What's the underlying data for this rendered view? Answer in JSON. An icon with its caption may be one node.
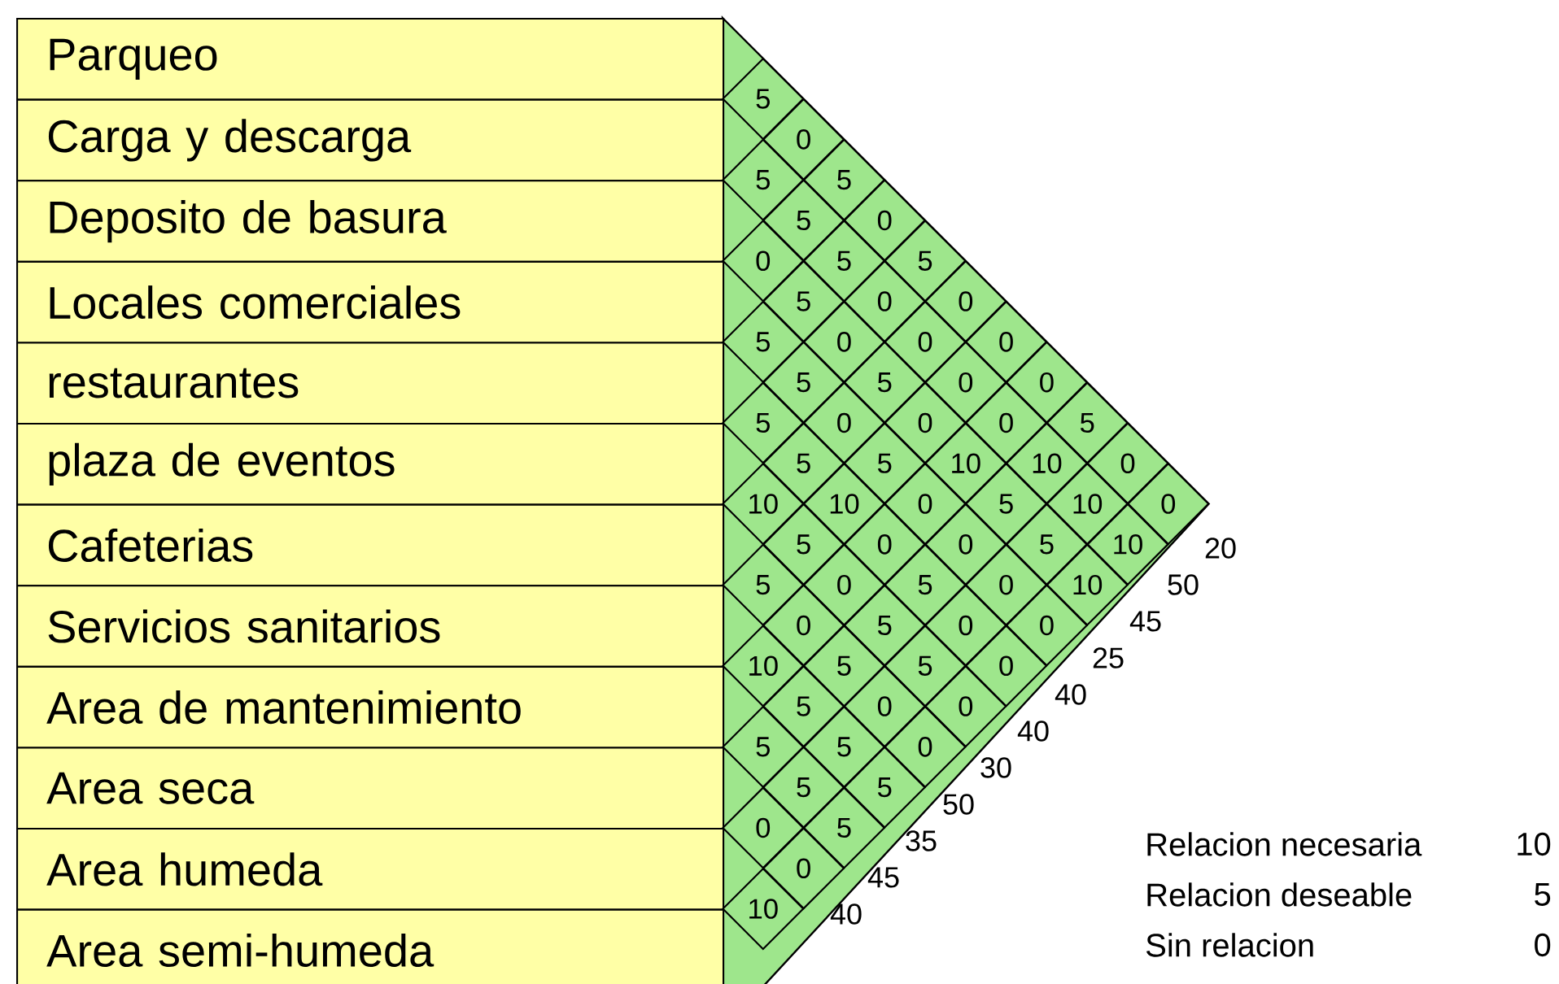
{
  "diagram": {
    "nodes": [
      {
        "text": [
          "Parqueo"
        ]
      },
      {
        "text": [
          "Carga y descarga"
        ]
      },
      {
        "text": [
          "Deposito de basura"
        ]
      },
      {
        "text": [
          "Locales comerciales"
        ]
      },
      {
        "text": [
          "restaurantes"
        ]
      },
      {
        "text": [
          "plaza de eventos"
        ]
      },
      {
        "text": [
          "Cafeterias"
        ]
      },
      {
        "text": [
          "Servicios sanitarios"
        ]
      },
      {
        "text": [
          "Area de mantenimiento"
        ]
      },
      {
        "text": [
          "Area seca"
        ]
      },
      {
        "text": [
          "Area humeda"
        ]
      },
      {
        "text": [
          "Area semi-humeda"
        ]
      },
      {
        "text": [
          "5"
        ]
      },
      {
        "text": [
          "0"
        ]
      },
      {
        "text": [
          "5"
        ]
      },
      {
        "text": [
          "5"
        ]
      },
      {
        "text": [
          "5"
        ]
      },
      {
        "text": [
          "0"
        ]
      },
      {
        "text": [
          "0"
        ]
      },
      {
        "text": [
          "5"
        ]
      },
      {
        "text": [
          "5"
        ]
      },
      {
        "text": [
          "5"
        ]
      },
      {
        "text": [
          "0"
        ]
      },
      {
        "text": [
          "0"
        ]
      },
      {
        "text": [
          "5"
        ]
      },
      {
        "text": [
          "0"
        ]
      },
      {
        "text": [
          "0"
        ]
      },
      {
        "text": [
          "0"
        ]
      },
      {
        "text": [
          "5"
        ]
      },
      {
        "text": [
          "5"
        ]
      },
      {
        "text": [
          "0"
        ]
      },
      {
        "text": [
          "0"
        ]
      },
      {
        "text": [
          "5"
        ]
      },
      {
        "text": [
          "0"
        ]
      },
      {
        "text": [
          "0"
        ]
      },
      {
        "text": [
          "0"
        ]
      },
      {
        "text": [
          "5"
        ]
      },
      {
        "text": [
          "5"
        ]
      },
      {
        "text": [
          "5"
        ]
      },
      {
        "text": [
          "10"
        ]
      },
      {
        "text": [
          "10"
        ]
      },
      {
        "text": [
          "0"
        ]
      },
      {
        "text": [
          "10"
        ]
      },
      {
        "text": [
          "10"
        ]
      },
      {
        "text": [
          "0"
        ]
      },
      {
        "text": [
          "5"
        ]
      },
      {
        "text": [
          "10"
        ]
      },
      {
        "text": [
          "0"
        ]
      },
      {
        "text": [
          "5"
        ]
      },
      {
        "text": [
          "0"
        ]
      },
      {
        "text": [
          "0"
        ]
      },
      {
        "text": [
          "5"
        ]
      },
      {
        "text": [
          "10"
        ]
      },
      {
        "text": [
          "5"
        ]
      },
      {
        "text": [
          "0"
        ]
      },
      {
        "text": [
          "5"
        ]
      },
      {
        "text": [
          "0"
        ]
      },
      {
        "text": [
          "10"
        ]
      },
      {
        "text": [
          "0"
        ]
      },
      {
        "text": [
          "5"
        ]
      },
      {
        "text": [
          "0"
        ]
      },
      {
        "text": [
          "0"
        ]
      },
      {
        "text": [
          "10"
        ]
      },
      {
        "text": [
          "5"
        ]
      },
      {
        "text": [
          "5"
        ]
      },
      {
        "text": [
          "0"
        ]
      },
      {
        "text": [
          "5"
        ]
      },
      {
        "text": [
          "0"
        ]
      },
      {
        "text": [
          "0"
        ]
      },
      {
        "text": [
          "5"
        ]
      },
      {
        "text": [
          "5"
        ]
      },
      {
        "text": [
          "0"
        ]
      },
      {
        "text": [
          "5"
        ]
      },
      {
        "text": [
          "5"
        ]
      },
      {
        "text": [
          "0"
        ]
      },
      {
        "text": [
          "5"
        ]
      },
      {
        "text": [
          "0"
        ]
      },
      {
        "text": [
          "10"
        ]
      }
    ],
    "labels": [
      "20",
      "50",
      "45",
      "25",
      "40",
      "40",
      "30",
      "50",
      "35",
      "45",
      "40",
      "Relacion necesaria",
      "10",
      "Relacion deseable",
      "5",
      "Sin relacion",
      "0"
    ]
  }
}
